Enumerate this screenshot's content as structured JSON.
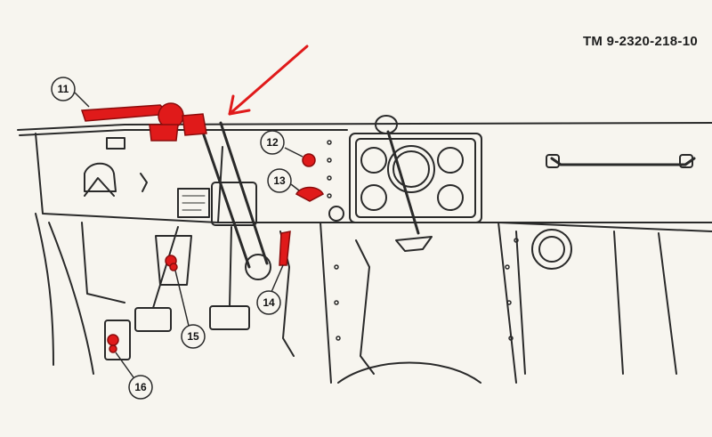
{
  "document": {
    "code": "TM 9-2320-218-10"
  },
  "callouts": [
    {
      "id": "11",
      "label": "11"
    },
    {
      "id": "12",
      "label": "12"
    },
    {
      "id": "13",
      "label": "13"
    },
    {
      "id": "14",
      "label": "14"
    },
    {
      "id": "15",
      "label": "15"
    },
    {
      "id": "16",
      "label": "16"
    }
  ],
  "colors": {
    "highlight": "#e01a1a",
    "line": "#2a2a2a",
    "paper": "#f7f5ef"
  }
}
